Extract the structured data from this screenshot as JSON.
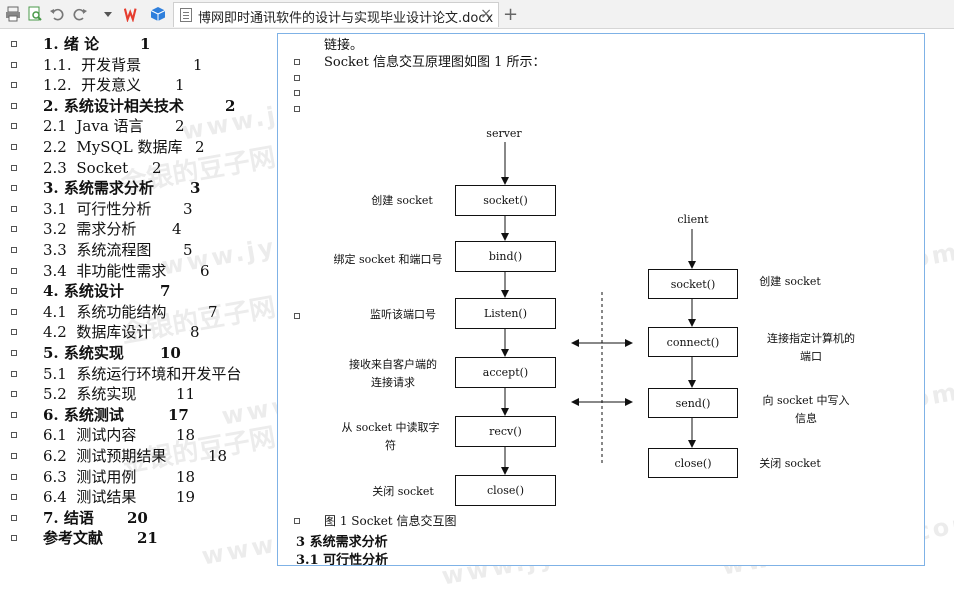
{
  "tab": {
    "title": "博网即时通讯软件的设计与实现毕业设计论文.docx",
    "close": "×",
    "add": "+"
  },
  "toc": [
    {
      "num": "1.",
      "title": "绪 论",
      "page": "1",
      "chapter": true
    },
    {
      "num": "1.1.",
      "title": "开发背景",
      "page": "1",
      "chapter": false
    },
    {
      "num": "1.2.",
      "title": "开发意义",
      "page": "1",
      "chapter": false
    },
    {
      "num": "2.",
      "title": "系统设计相关技术",
      "page": "2",
      "chapter": true
    },
    {
      "num": "2.1",
      "title": "Java 语言",
      "page": "2",
      "chapter": false
    },
    {
      "num": "2.2",
      "title": "MySQL 数据库",
      "page": "2",
      "chapter": false
    },
    {
      "num": "2.3",
      "title": "Socket",
      "page": "2",
      "chapter": false
    },
    {
      "num": "3.",
      "title": "系统需求分析",
      "page": "3",
      "chapter": true
    },
    {
      "num": "3.1",
      "title": "可行性分析",
      "page": "3",
      "chapter": false
    },
    {
      "num": "3.2",
      "title": "需求分析",
      "page": "4",
      "chapter": false
    },
    {
      "num": "3.3",
      "title": "系统流程图",
      "page": "5",
      "chapter": false
    },
    {
      "num": "3.4",
      "title": "非功能性需求",
      "page": "6",
      "chapter": false
    },
    {
      "num": "4.",
      "title": "系统设计",
      "page": "7",
      "chapter": true
    },
    {
      "num": "4.1",
      "title": "系统功能结构",
      "page": "7",
      "chapter": false
    },
    {
      "num": "4.2",
      "title": "数据库设计",
      "page": "8",
      "chapter": false
    },
    {
      "num": "5.",
      "title": "系统实现",
      "page": "10",
      "chapter": true
    },
    {
      "num": "5.1",
      "title": "系统运行环境和开发平台",
      "page": "",
      "chapter": false
    },
    {
      "num": "5.2",
      "title": "系统实现",
      "page": "11",
      "chapter": false
    },
    {
      "num": "6.",
      "title": "系统测试",
      "page": "17",
      "chapter": true
    },
    {
      "num": "6.1",
      "title": "测试内容",
      "page": "18",
      "chapter": false
    },
    {
      "num": "6.2",
      "title": "测试预期结果",
      "page": "18",
      "chapter": false
    },
    {
      "num": "6.3",
      "title": "测试用例",
      "page": "18",
      "chapter": false
    },
    {
      "num": "6.4",
      "title": "测试结果",
      "page": "19",
      "chapter": false
    },
    {
      "num": "7.",
      "title": "结语",
      "page": "20",
      "chapter": true
    },
    {
      "num": "",
      "title": "参考文献",
      "page": "21",
      "chapter": true
    }
  ],
  "doc": {
    "line1": "链接。",
    "line2": "Socket 信息交互原理图如图 1 所示：",
    "caption": "图 1   Socket 信息交互图",
    "heading3": "3    系统需求分析",
    "heading31": "3.1  可行性分析"
  },
  "diagram": {
    "server_label": "server",
    "client_label": "client",
    "server_boxes": [
      "socket()",
      "bind()",
      "Listen()",
      "accept()",
      "recv()",
      "close()"
    ],
    "server_notes": [
      "创建 socket",
      "绑定 socket 和端口号",
      "监听该端口号",
      "接收来自客户端的\n连接请求",
      "从 socket 中读取字\n符",
      "关闭 socket"
    ],
    "client_boxes": [
      "socket()",
      "connect()",
      "send()",
      "close()"
    ],
    "client_notes": [
      "创建 socket",
      "连接指定计算机的\n端口",
      "向 socket 中写入\n信息",
      "关闭 socket"
    ]
  },
  "watermarks": [
    "金银的豆子网",
    "www.jyddzi.com"
  ]
}
